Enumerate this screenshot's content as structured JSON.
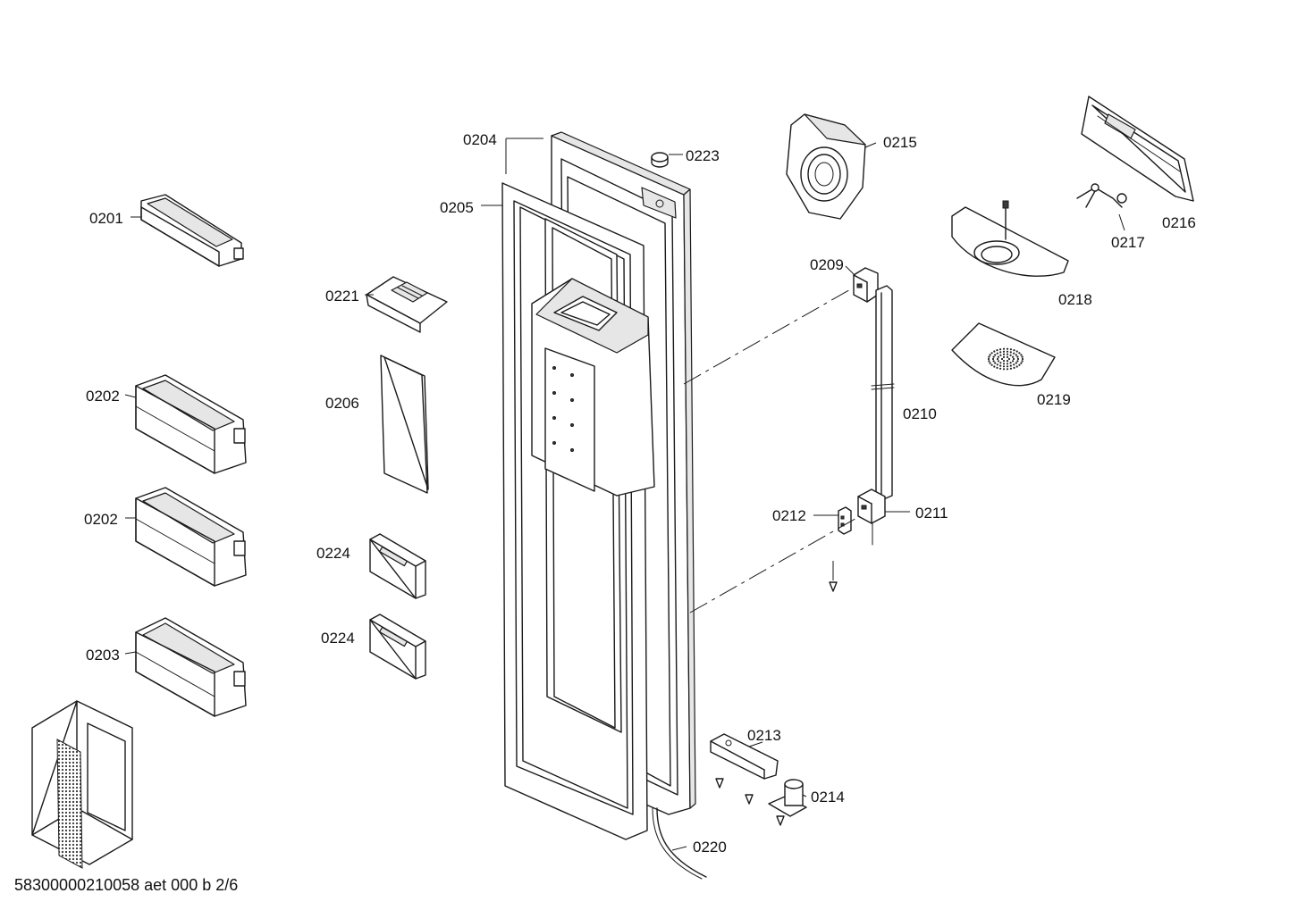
{
  "labels": {
    "p0201": "0201",
    "p0202a": "0202",
    "p0202b": "0202",
    "p0203": "0203",
    "p0204": "0204",
    "p0205": "0205",
    "p0206": "0206",
    "p0209": "0209",
    "p0210": "0210",
    "p0211": "0211",
    "p0212": "0212",
    "p0213": "0213",
    "p0214": "0214",
    "p0215": "0215",
    "p0216": "0216",
    "p0217": "0217",
    "p0218": "0218",
    "p0219": "0219",
    "p0220": "0220",
    "p0221": "0221",
    "p0223": "0223",
    "p0224a": "0224",
    "p0224b": "0224"
  },
  "document_id": "58300000210058 aet 000 b 2/6"
}
